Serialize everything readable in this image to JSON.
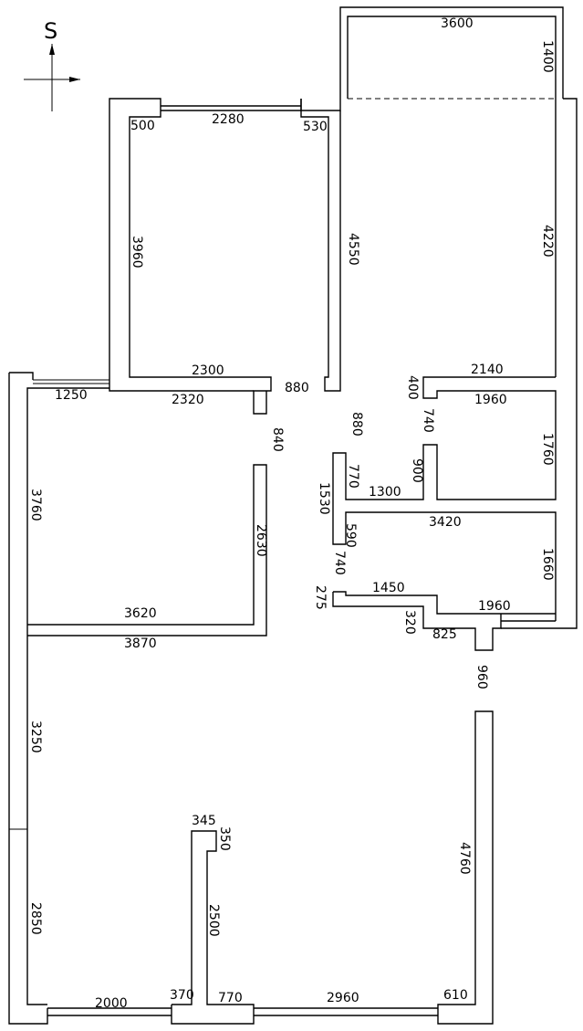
{
  "compass": {
    "letter": "S"
  },
  "dimensions": [
    "3600",
    "1400",
    "500",
    "2280",
    "530",
    "3960",
    "4550",
    "4220",
    "2300",
    "2140",
    "880",
    "400",
    "1250",
    "2320",
    "1960",
    "880",
    "740",
    "1760",
    "840",
    "900",
    "770",
    "1300",
    "1530",
    "3760",
    "2630",
    "590",
    "3420",
    "740",
    "1660",
    "275",
    "1450",
    "3620",
    "1960",
    "320",
    "825",
    "3870",
    "960",
    "3250",
    "345",
    "350",
    "4760",
    "2850",
    "2500",
    "2000",
    "370",
    "770",
    "2960",
    "610"
  ]
}
